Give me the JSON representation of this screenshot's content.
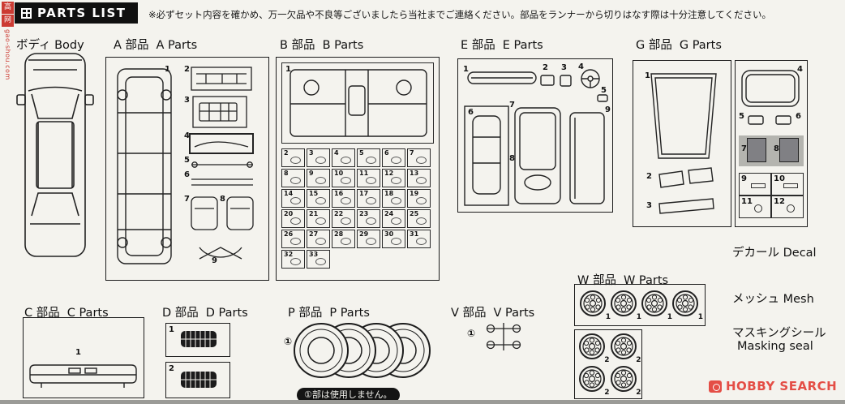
{
  "header": {
    "title": "PARTS LIST",
    "notice": "※必ずセット内容を確かめ、万一欠品や不良等ございましたら当社までご連絡ください。部品をランナーから切りはなす際は十分注意してください。"
  },
  "watermark": {
    "char1": "高",
    "char2": "网",
    "site": "gao-shou.com",
    "hobby_search": "HOBBY SEARCH"
  },
  "sections": {
    "body": {
      "label": "ボディ Body"
    },
    "a": {
      "jp": "A 部品",
      "en": "A Parts",
      "nums": [
        "1",
        "2",
        "3",
        "4",
        "5",
        "6",
        "7",
        "8",
        "9"
      ]
    },
    "b": {
      "jp": "B 部品",
      "en": "B Parts",
      "first": "1",
      "grid": [
        "2",
        "3",
        "4",
        "5",
        "6",
        "7",
        "8",
        "9",
        "10",
        "11",
        "12",
        "13",
        "14",
        "15",
        "16",
        "17",
        "18",
        "19",
        "20",
        "21",
        "22",
        "23",
        "24",
        "25",
        "26",
        "27",
        "28",
        "29",
        "30",
        "31",
        "32",
        "33"
      ]
    },
    "e": {
      "jp": "E 部品",
      "en": "E Parts",
      "nums": [
        "1",
        "2",
        "3",
        "4",
        "5",
        "6",
        "7",
        "8",
        "9"
      ]
    },
    "g": {
      "jp": "G 部品",
      "en": "G Parts",
      "left_nums": [
        "1",
        "2",
        "3"
      ],
      "right_nums": [
        "4",
        "5",
        "6",
        "7",
        "8",
        "9",
        "10",
        "11",
        "12"
      ]
    },
    "w": {
      "jp": "W 部品",
      "en": "W Parts",
      "top_num": "1",
      "bottom_num": "2"
    },
    "c": {
      "jp": "C 部品",
      "en": "C Parts",
      "num": "1"
    },
    "d": {
      "jp": "D 部品",
      "en": "D Parts",
      "nums": [
        "1",
        "2"
      ]
    },
    "p": {
      "jp": "P 部品",
      "en": "P Parts",
      "marker": "①"
    },
    "v": {
      "jp": "V 部品",
      "en": "V Parts",
      "marker": "①"
    },
    "decal": "デカール Decal",
    "mesh": "メッシュ Mesh",
    "masking_jp": "マスキングシール",
    "masking_en": "Masking seal"
  },
  "footer_note": "①部は使用しません。"
}
